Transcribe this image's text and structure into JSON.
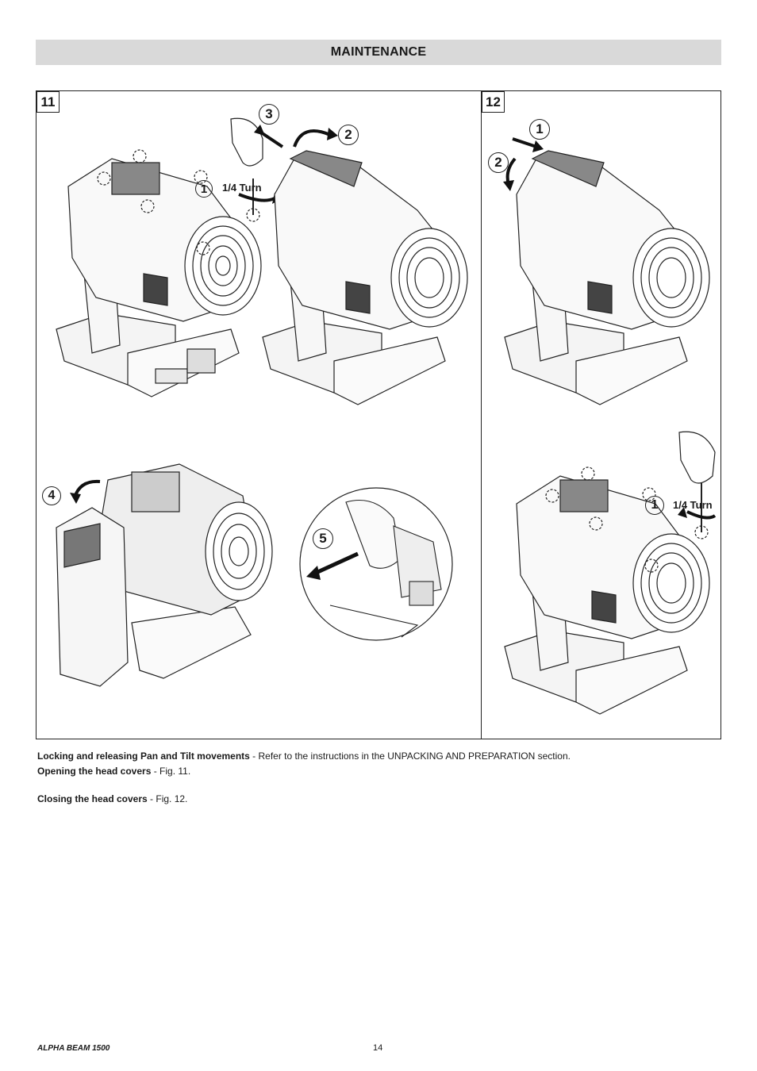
{
  "header": {
    "title": "MAINTENANCE"
  },
  "figures": {
    "fig11": {
      "label": "11",
      "steps": [
        "1",
        "2",
        "3",
        "4",
        "5"
      ],
      "turn_label": "1/4 Turn"
    },
    "fig12": {
      "label": "12",
      "steps": [
        "1",
        "2",
        "1"
      ],
      "turn_label": "1/4 Turn"
    }
  },
  "captions": {
    "line1_bold": "Locking and releasing Pan and Tilt movements",
    "line1_rest": " - Refer to the instructions in the UNPACKING AND PREPARATION section.",
    "line2_bold": "Opening the head covers",
    "line2_rest": " - Fig. 11.",
    "line3_bold": "Closing the head covers",
    "line3_rest": " - Fig. 12."
  },
  "footer": {
    "product": "ALPHA BEAM 1500",
    "page_number": "14"
  }
}
